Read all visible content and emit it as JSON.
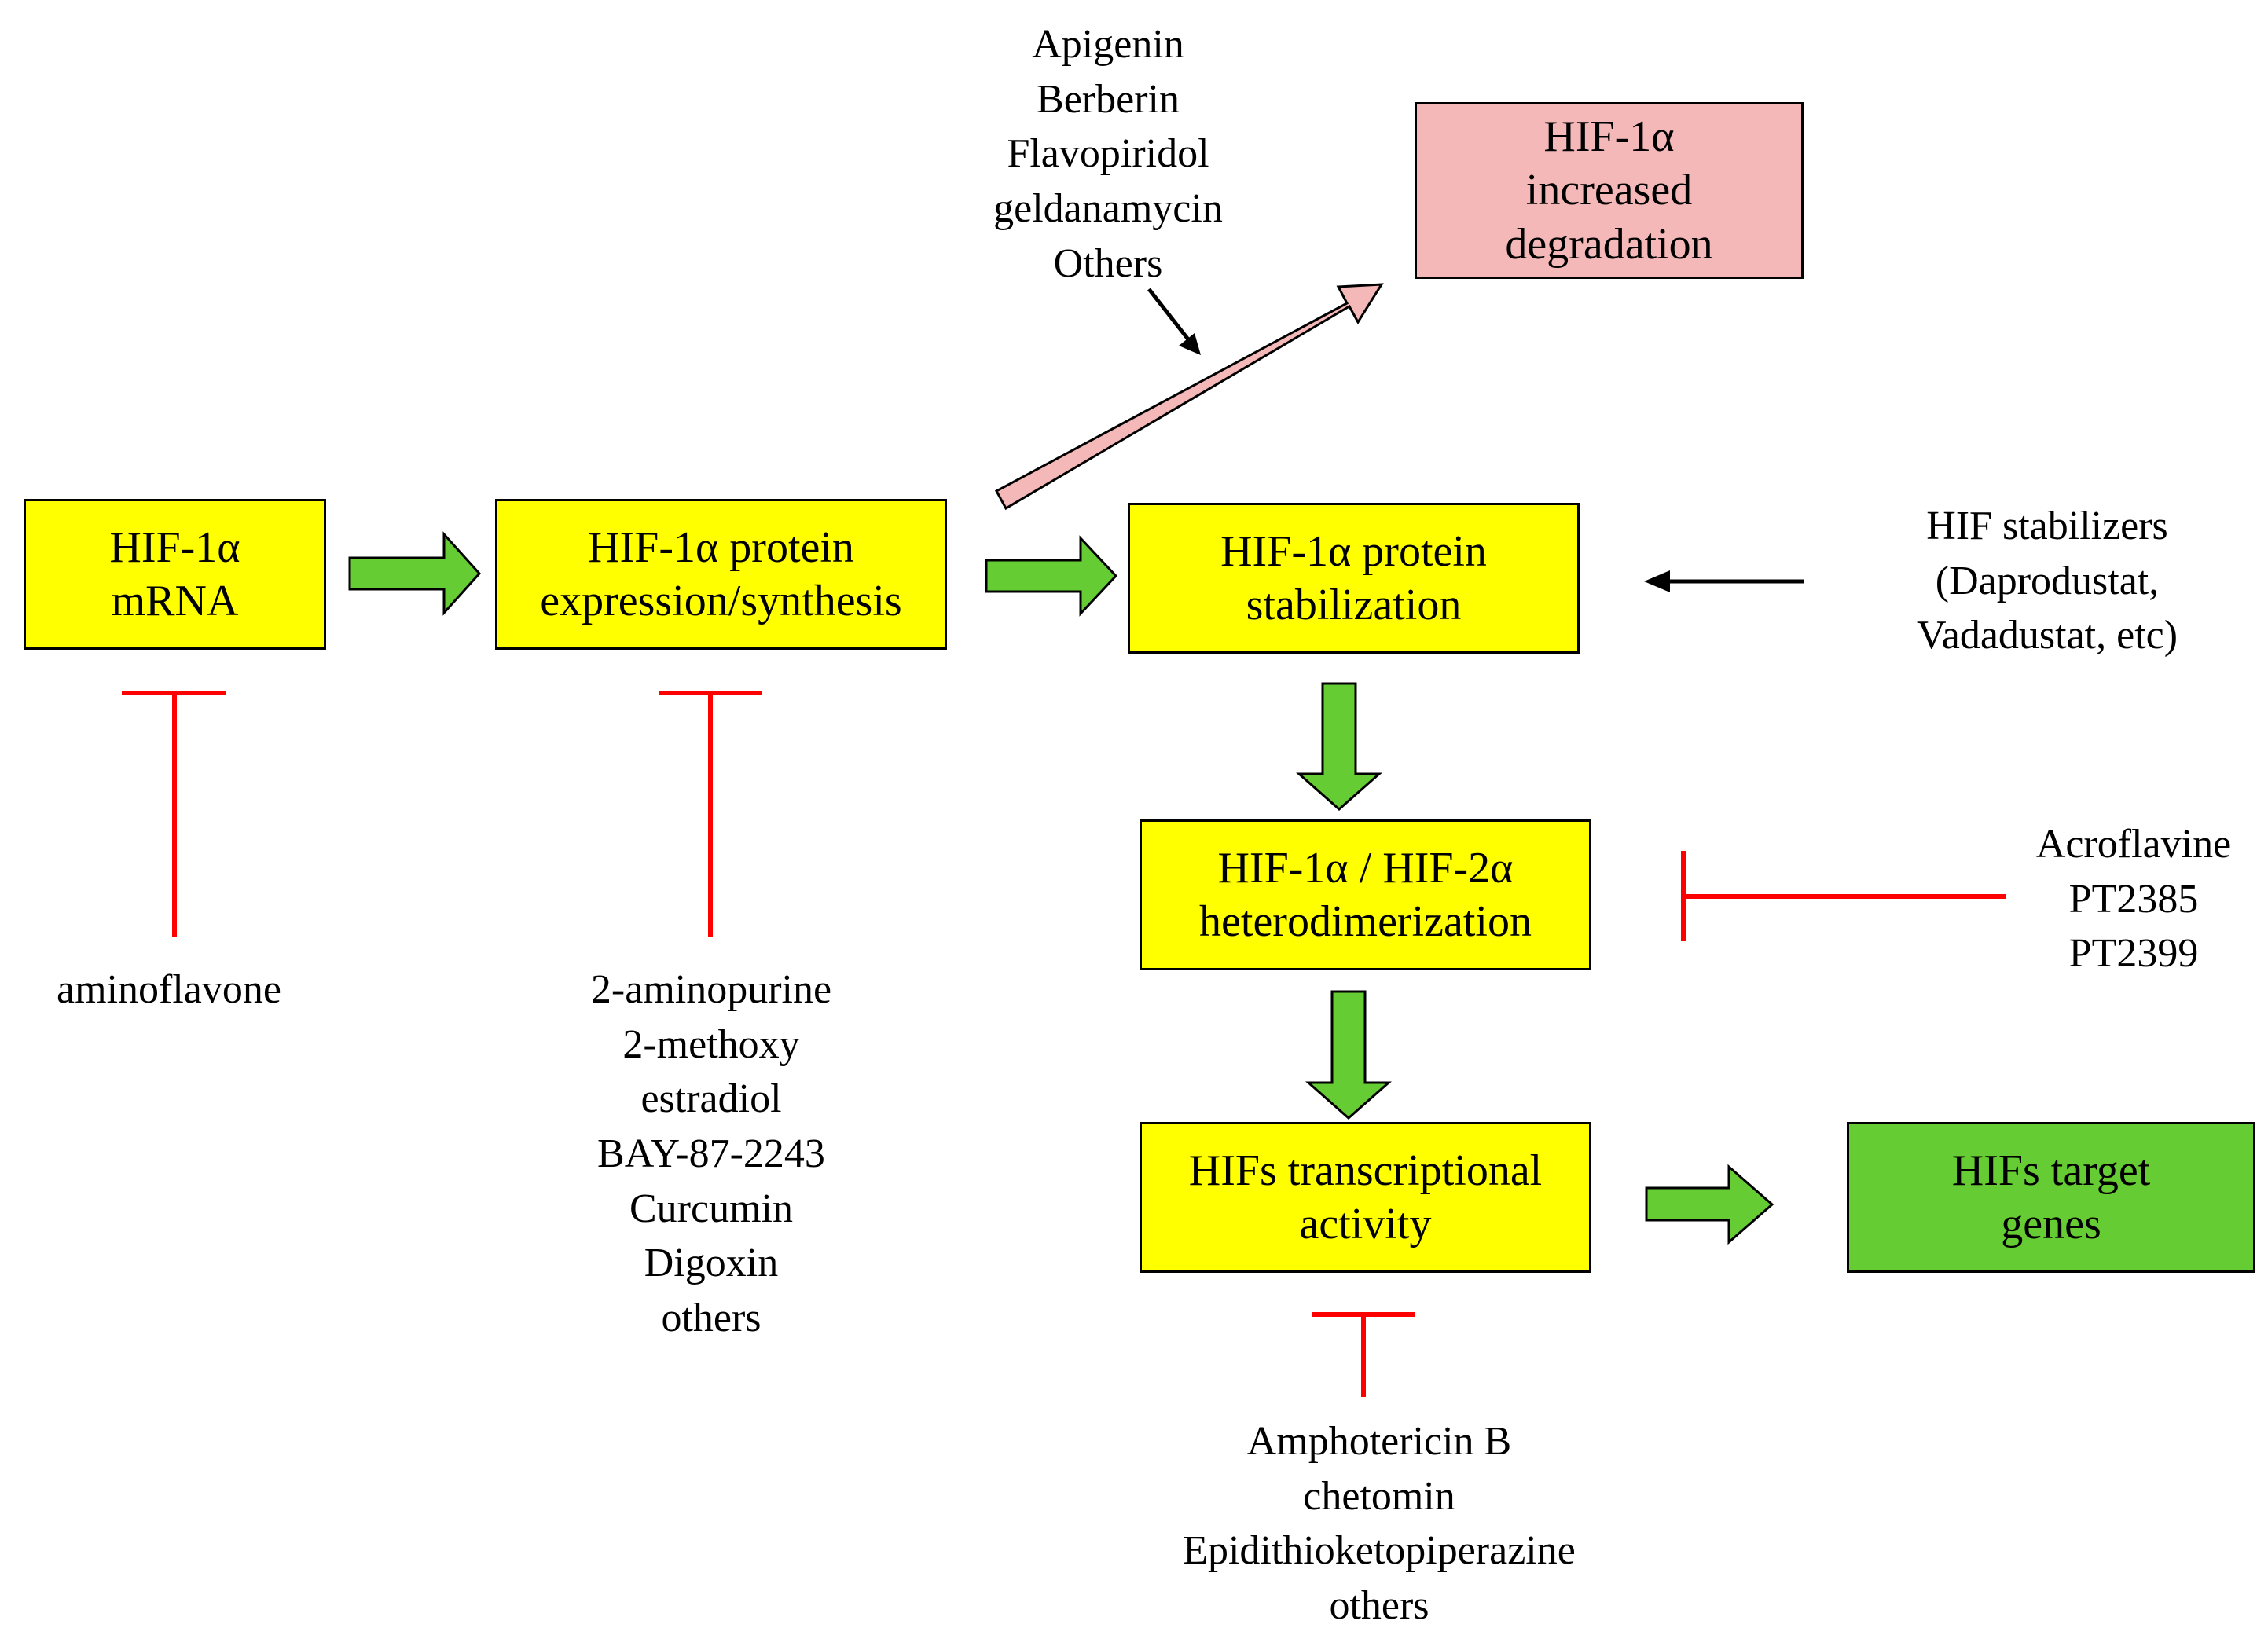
{
  "boxes": {
    "mrna": [
      "HIF-1α",
      "mRNA"
    ],
    "synthesis": [
      "HIF-1α protein",
      "expression/synthesis"
    ],
    "degradation": [
      "HIF-1α",
      "increased",
      "degradation"
    ],
    "stabilization": [
      "HIF-1α protein",
      "stabilization"
    ],
    "heterodimerization": [
      "HIF-1α / HIF-2α",
      "heterodimerization"
    ],
    "transcriptional": [
      "HIFs transcriptional",
      "activity"
    ],
    "target_genes": [
      "HIFs target",
      "genes"
    ]
  },
  "labels": {
    "degradation_drugs": [
      "Apigenin",
      "Berberin",
      "Flavopiridol",
      "geldanamycin",
      "Others"
    ],
    "stabilizers": [
      "HIF stabilizers",
      "(Daprodustat,",
      "Vadadustat, etc)"
    ],
    "mrna_inhibitors": [
      "aminoflavone"
    ],
    "synthesis_inhibitors": [
      "2-aminopurine",
      "2-methoxy",
      "estradiol",
      "BAY-87-2243",
      "Curcumin",
      "Digoxin",
      "others"
    ],
    "dimerization_inhibitors": [
      "Acroflavine",
      "PT2385",
      "PT2399"
    ],
    "transcription_inhibitors": [
      "Amphotericin B",
      "chetomin",
      "Epidithioketopiperazine",
      "others"
    ]
  },
  "colors": {
    "process_box": "#ffff00",
    "degradation_box": "#f4b8b8",
    "target_box": "#66cc33",
    "flow_arrow": "#66cc33",
    "degradation_arrow": "#f4b8b8",
    "inhibition": "#ff0000"
  }
}
